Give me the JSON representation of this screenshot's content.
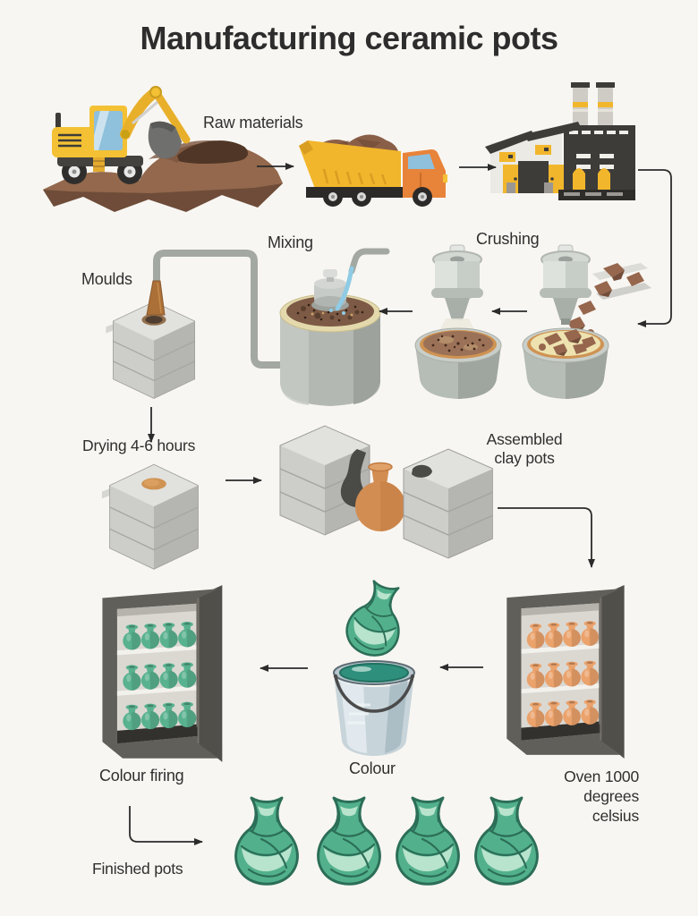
{
  "title": "Manufacturing ceramic pots",
  "stages": {
    "raw_materials": "Raw materials",
    "crushing": "Crushing",
    "mixing": "Mixing",
    "moulds": "Moulds",
    "drying": "Drying 4-6 hours",
    "assembled": "Assembled clay pots",
    "oven": "Oven 1000 degrees celsius",
    "colour": "Colour",
    "colour_firing": "Colour firing",
    "finished": "Finished pots"
  },
  "colors": {
    "background": "#f8f6f2",
    "text": "#2f2f2f",
    "machine_yellow": "#f3c133",
    "cab_orange": "#e8833a",
    "soil_brown": "#8a6048",
    "terracotta": "#d28d52",
    "pot_teal": "#52b18c",
    "pot_teal_dark": "#2c6e58",
    "pot_teal_light": "#b8e3cc",
    "factory_dark": "#3d3c39",
    "mould_gray": "#cdcdca",
    "cabinet_gray": "#615f59",
    "water_blue": "#8fcbe4",
    "arrow": "#2b2b2b"
  }
}
